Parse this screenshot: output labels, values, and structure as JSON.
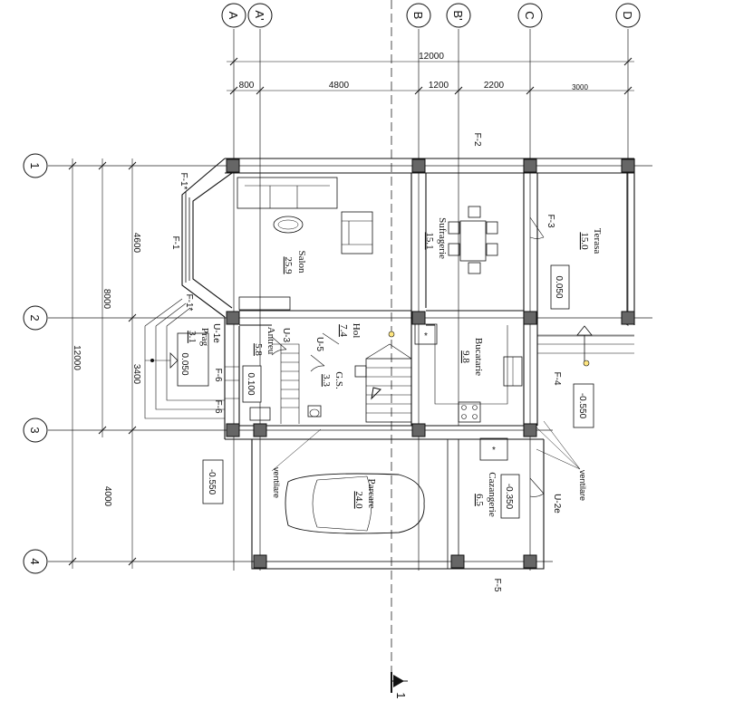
{
  "axes": {
    "columns": [
      "A",
      "A'",
      "B",
      "B'",
      "C",
      "D"
    ],
    "rows": [
      "1",
      "2",
      "3",
      "4"
    ]
  },
  "dimensions": {
    "overall_top": "12000",
    "top_segments": [
      "800",
      "4800",
      "1200",
      "2200",
      "3000"
    ],
    "left_overall": "12000",
    "left_mid": "8000",
    "left_segments": [
      "4600",
      "3400",
      "4000"
    ]
  },
  "rooms": {
    "salon": {
      "name": "Salon",
      "area": "25.9"
    },
    "sufragerie": {
      "name": "Sufragerie",
      "area": "15.1"
    },
    "terasa": {
      "name": "Terasa",
      "area": "15.0"
    },
    "hol": {
      "name": "Hol",
      "area": "7.4"
    },
    "bucatarie": {
      "name": "Bucatarie",
      "area": "9.8"
    },
    "antreu": {
      "name": "Antreu",
      "area": "5.8"
    },
    "gs": {
      "name": "G.S.",
      "area": "3.3"
    },
    "prag": {
      "name": "Prag",
      "area": "3.1"
    },
    "parcare": {
      "name": "Parcare",
      "area": "24.0"
    },
    "cazangerie": {
      "name": "Cazangerie",
      "area": "6.5"
    }
  },
  "levels": {
    "terasa": "0.050",
    "antreu": "0.100",
    "prag": "0.050",
    "exterior_right": "-0.550",
    "parcare": "-0.550",
    "cazangerie": "-0.350"
  },
  "labels": {
    "f1": "F-1",
    "f1_star": "F-1*",
    "f2": "F-2",
    "f3": "F-3",
    "f4": "F-4",
    "f5": "F-5",
    "f6": "F-6",
    "u1e": "U-1e",
    "u2e": "U-2e",
    "u3": "U-3",
    "u5": "U-5",
    "ventilare": "ventilare",
    "star": "*",
    "section": "1"
  }
}
